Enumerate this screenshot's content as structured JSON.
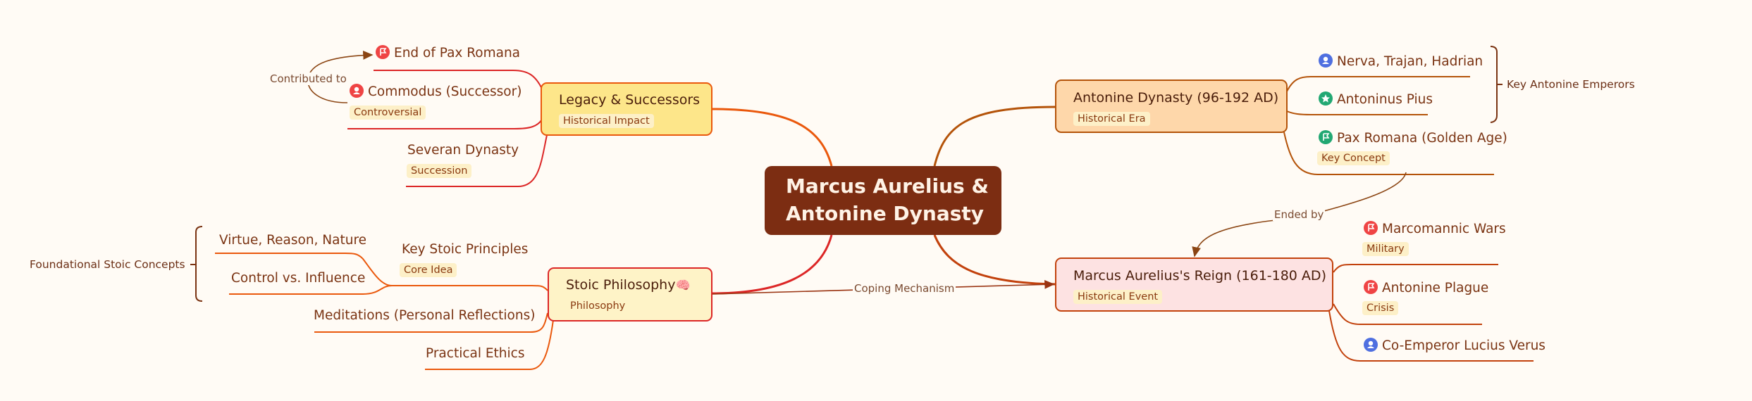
{
  "root": {
    "line1": "Marcus Aurelius &",
    "line2": "Antonine Dynasty",
    "color": "#7c2d12"
  },
  "branches": {
    "antonine": {
      "title": "Antonine Dynasty (96-192 AD)",
      "tag": "Historical Era",
      "fill": "#fed7aa",
      "stroke": "#b45309",
      "children": [
        {
          "label": "Nerva, Trajan, Hadrian",
          "icon": "person-icon",
          "icon_color": "#4f6fe0"
        },
        {
          "label": "Antoninus Pius",
          "icon": "star-icon",
          "icon_color": "#22a873"
        },
        {
          "label": "Pax Romana (Golden Age)",
          "icon": "flag-icon",
          "icon_color": "#22a873",
          "tag": "Key Concept"
        }
      ],
      "summary": "Key Antonine Emperors"
    },
    "reign": {
      "title": "Marcus Aurelius's Reign (161-180 AD)",
      "tag": "Historical Event",
      "fill": "#fde2e2",
      "stroke": "#c2410c",
      "children": [
        {
          "label": "Marcomannic Wars",
          "icon": "flag-icon",
          "icon_color": "#ef4444",
          "tag": "Military"
        },
        {
          "label": "Antonine Plague",
          "icon": "flag-icon",
          "icon_color": "#ef4444",
          "tag": "Crisis"
        },
        {
          "label": "Co-Emperor Lucius Verus",
          "icon": "person-icon",
          "icon_color": "#4f6fe0"
        }
      ]
    },
    "legacy": {
      "title": "Legacy & Successors",
      "tag": "Historical Impact",
      "fill": "#fde68a",
      "stroke": "#ea580c",
      "children": [
        {
          "label": "End of Pax Romana",
          "icon": "flag-icon",
          "icon_color": "#ef4444"
        },
        {
          "label": "Commodus (Successor)",
          "icon": "person-icon",
          "icon_color": "#ef4444",
          "tag": "Controversial"
        },
        {
          "label": "Severan Dynasty",
          "tag": "Succession"
        }
      ]
    },
    "stoic": {
      "title": "Stoic Philosophy",
      "emoji": "🧠",
      "tag": "Philosophy",
      "fill": "#fef3c7",
      "stroke": "#dc2626",
      "children": [
        {
          "label": "Key Stoic Principles",
          "tag": "Core Idea",
          "children": [
            {
              "label": "Virtue, Reason, Nature"
            },
            {
              "label": "Control vs. Influence"
            }
          ]
        },
        {
          "label": "Meditations (Personal Reflections)"
        },
        {
          "label": "Practical Ethics"
        }
      ],
      "summary": "Foundational Stoic Concepts"
    }
  },
  "relationships": [
    {
      "label": "Contributed to",
      "from": "Commodus (Successor)",
      "to": "End of Pax Romana"
    },
    {
      "label": "Ended by",
      "from": "Pax Romana (Golden Age)",
      "to": "Marcus Aurelius's Reign (161-180 AD)"
    },
    {
      "label": "Coping Mechanism",
      "from": "Stoic Philosophy",
      "to": "Marcus Aurelius's Reign (161-180 AD)"
    }
  ]
}
